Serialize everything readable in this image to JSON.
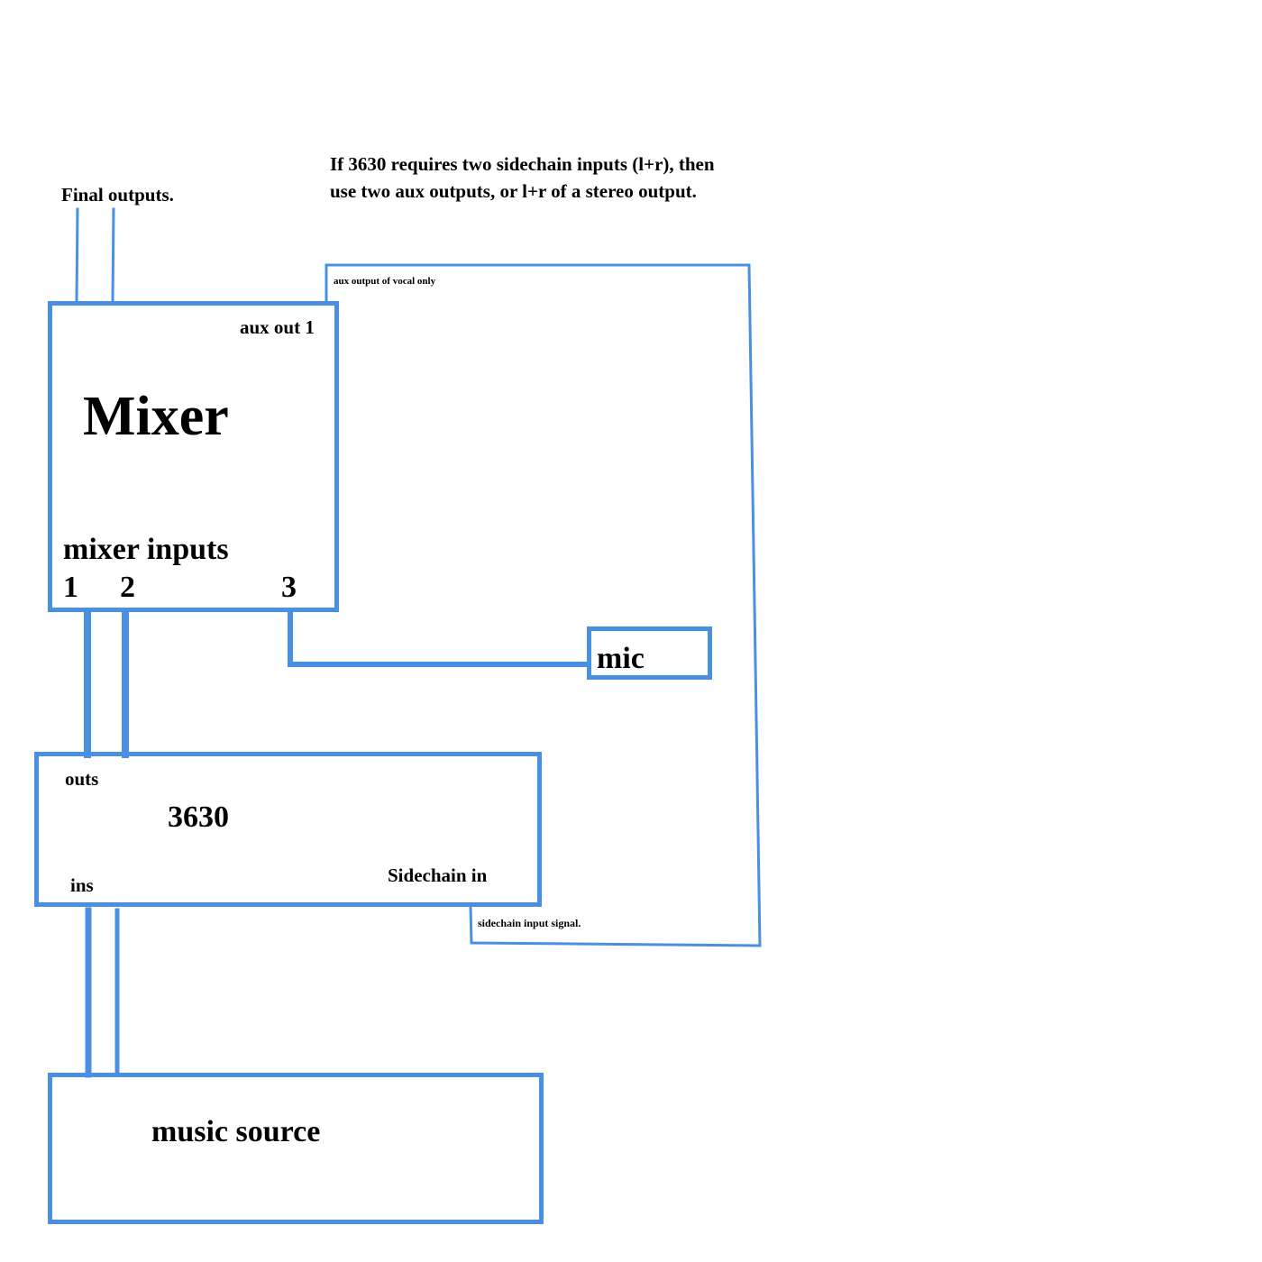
{
  "colors": {
    "wire": "#4a90e2",
    "text": "#000000",
    "background": "#ffffff"
  },
  "labels": {
    "final_outputs": "Final outputs.",
    "note_line1": "If 3630 requires two sidechain inputs (l+r), then",
    "note_line2": "use two aux outputs, or l+r of a stereo output.",
    "aux_output_note": "aux output of vocal only",
    "sidechain_note": "sidechain input signal."
  },
  "mixer": {
    "aux_out": "aux out 1",
    "title": "Mixer",
    "inputs_label": "mixer inputs",
    "input_1": "1",
    "input_2": "2",
    "input_3": "3"
  },
  "mic": {
    "label": "mic"
  },
  "unit_3630": {
    "outs": "outs",
    "title": "3630",
    "ins": "ins",
    "sidechain_in": "Sidechain in"
  },
  "music_source": {
    "label": "music source"
  }
}
